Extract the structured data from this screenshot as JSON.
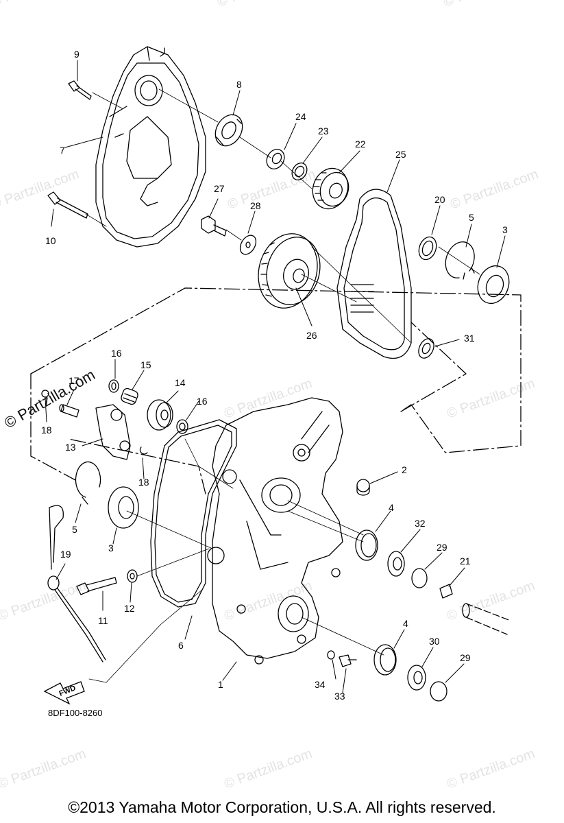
{
  "callouts": [
    "9",
    "8",
    "7",
    "10",
    "27",
    "28",
    "24",
    "23",
    "22",
    "25",
    "20",
    "5",
    "3",
    "26",
    "31",
    "16",
    "15",
    "17",
    "14",
    "16",
    "18",
    "13",
    "18",
    "2",
    "5",
    "3",
    "4",
    "32",
    "29",
    "21",
    "19",
    "12",
    "11",
    "6",
    "1",
    "34",
    "33",
    "4",
    "30",
    "29"
  ],
  "watermarks": [
    "© Partzilla.com",
    "© Partzilla.com",
    "© Partzilla.com",
    "© Partzilla.com",
    "© Partzilla.com",
    "© Partzilla.com",
    "© Partzilla.com",
    "© Partzilla.com",
    "© Partzilla.com",
    "© Partzilla.com",
    "© Partzilla.com",
    "© Partzilla.com",
    "© Partzilla.com",
    "© Partzilla.com"
  ],
  "watermark_main": "© Partzilla.com",
  "fwd_label": "FWD",
  "diagram_code": "8DF100-8260",
  "copyright": "©2013 Yamaha Motor Corporation, U.S.A. All rights reserved.",
  "colors": {
    "line": "#000000",
    "watermark": "#e3e3e3",
    "background": "#ffffff"
  }
}
